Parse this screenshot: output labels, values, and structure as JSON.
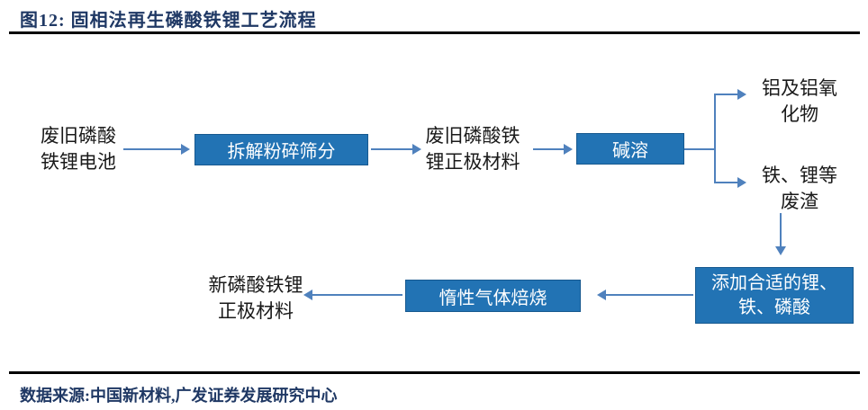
{
  "figure": {
    "title": "图12: 固相法再生磷酸铁锂工艺流程",
    "source": "数据来源:中国新材料,广发证券发展研究中心"
  },
  "colors": {
    "heading_navy": "#1f3864",
    "process_box_fill": "#2273b4",
    "process_box_border": "#17598f",
    "arrow_blue": "#4f81bd",
    "rule_black": "#000000"
  },
  "flow": {
    "waste_battery": {
      "label": "废旧磷酸\n铁锂电池"
    },
    "crush": {
      "label": "拆解粉碎筛分"
    },
    "waste_cathode": {
      "label": "废旧磷酸铁\n锂正极材料"
    },
    "alkali": {
      "label": "碱溶"
    },
    "aluminum_oxide": {
      "label": "铝及铝氧\n化物"
    },
    "waste_residue": {
      "label": "铁、锂等\n废渣"
    },
    "add_materials": {
      "label": "添加合适的锂、\n铁、磷酸"
    },
    "inert_roasting": {
      "label": "惰性气体焙烧"
    },
    "new_cathode": {
      "label": "新磷酸铁锂\n正极材料"
    }
  }
}
